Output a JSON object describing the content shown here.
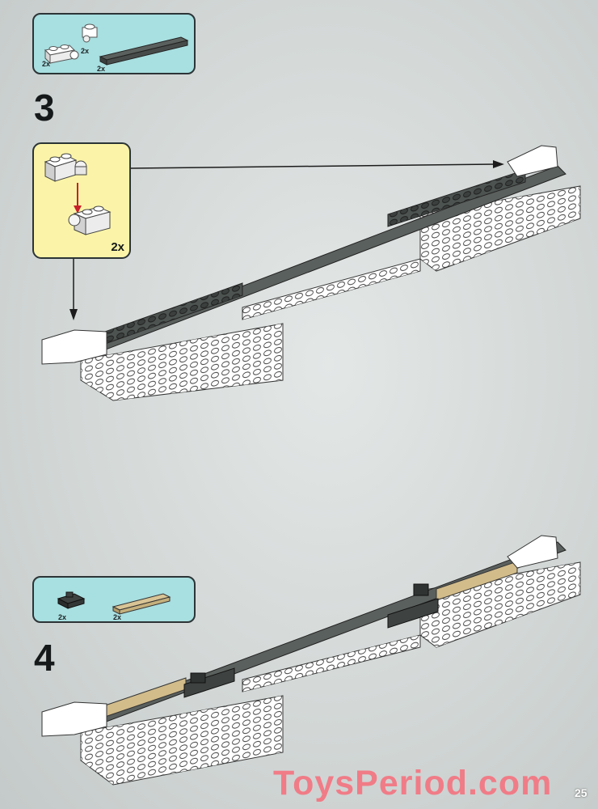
{
  "step3": {
    "number": "3",
    "parts": [
      {
        "name": "white-clip-brick",
        "qty": "2x"
      },
      {
        "name": "white-bar-holder",
        "qty": "2x"
      },
      {
        "name": "dark-gray-plate-1x10",
        "qty": "2x"
      }
    ],
    "callout_qty": "2x"
  },
  "step4": {
    "number": "4",
    "parts": [
      {
        "name": "dark-gray-clip-plate",
        "qty": "2x"
      },
      {
        "name": "tan-plate-1x8",
        "qty": "2x"
      }
    ]
  },
  "watermark": "ToysPeriod.com",
  "page_number": "25",
  "colors": {
    "parts_box": "#a8dfe0",
    "callout_box": "#fbf4a8",
    "white_brick": "#f4f4f4",
    "dark_gray": "#4c5350",
    "tan": "#d2bc8a",
    "arrow": "#1c1c1c",
    "red_arrow": "#c8202a",
    "watermark": "#f07c87"
  }
}
